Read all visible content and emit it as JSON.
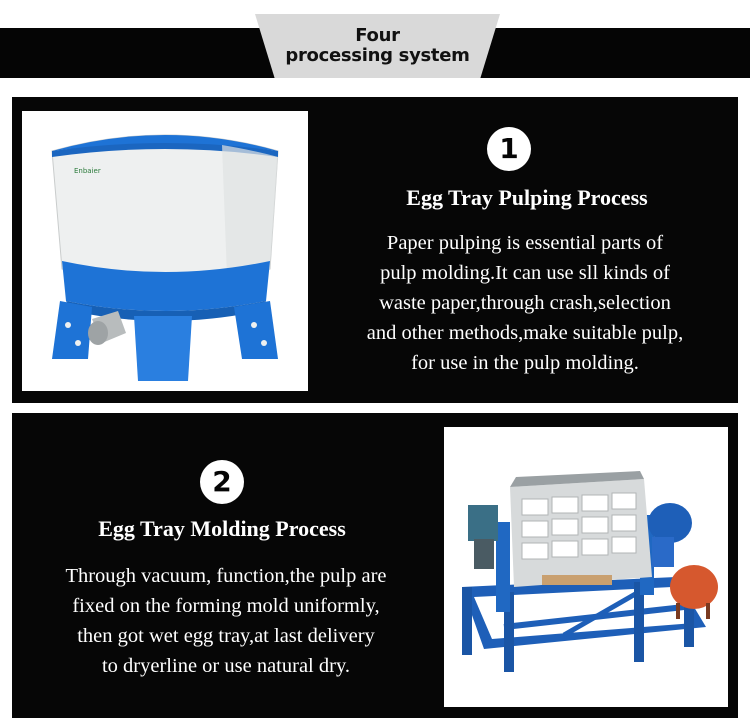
{
  "header": {
    "title_line1": "Four",
    "title_line2": "processing system"
  },
  "sections": [
    {
      "number": "1",
      "title": "Egg Tray Pulping Process",
      "description_lines": [
        "Paper pulping is essential parts of",
        "pulp molding.It can use sll kinds of",
        "waste paper,through crash,selection",
        "and other methods,make suitable pulp,",
        "for use in the pulp molding."
      ],
      "image_brand": "Enbaier"
    },
    {
      "number": "2",
      "title": "Egg Tray Molding Process",
      "description_lines": [
        "Through vacuum, function,the pulp are",
        "fixed on the forming mold uniformly,",
        "then got wet egg tray,at last delivery",
        "to dryerline or use natural dry."
      ]
    }
  ],
  "colors": {
    "background": "#ffffff",
    "panel": "#060606",
    "banner_tab": "#d9d9d9",
    "machine_blue": "#1e73d6",
    "tank_white": "#eef0f0",
    "tank_red": "#d6582e"
  }
}
